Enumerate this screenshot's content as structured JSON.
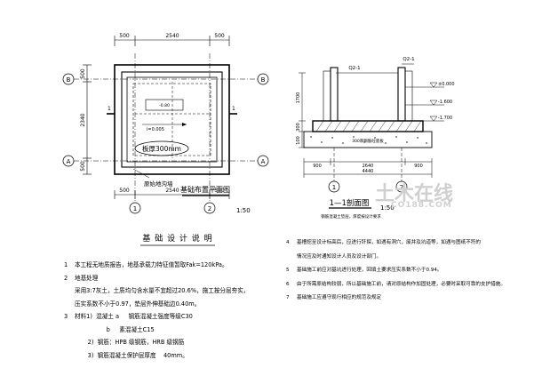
{
  "plan": {
    "top_dims": [
      "500",
      "2540",
      "500"
    ],
    "bottom_dims": [
      "500",
      "2540",
      "500"
    ],
    "left_dims": [
      "500",
      "2340",
      "500"
    ],
    "axes_h": [
      "B",
      "A"
    ],
    "axes_v": [
      "1",
      "2"
    ],
    "slab_label": "板厚300mm",
    "slope_note": "i=0.005",
    "inner_note": "-0.80",
    "trench_note": "原始地沟墙",
    "title": "基础布置平面图",
    "scale": "1:50",
    "section_mark": "1"
  },
  "section": {
    "top_labels": [
      "Q2-1",
      "Q2-1"
    ],
    "left_dims": [
      "1700",
      "300",
      "100"
    ],
    "level_labels": [
      "-1.600",
      "-1.700",
      "±0.000"
    ],
    "bottom_dims_row1": [
      "900",
      "2640",
      "900"
    ],
    "bottom_total": "4440",
    "axes": [
      "1",
      "2"
    ],
    "title": "1—1剖面图",
    "scale": "1:50",
    "slab_note": "300厚钢筋砼底板",
    "sub_note": "钢筋混凝土垫层，厚度按设计要求"
  },
  "notes": {
    "heading": "基 础 设 计 说 明",
    "left": [
      {
        "n": "1",
        "text": "本工程无地质报告，地基承载力特征值暂取Fak=120kPa。"
      },
      {
        "n": "2",
        "text": "地基处理"
      },
      {
        "n": "",
        "text": "采用3:7灰土，土质均匀含水量不宜超过20.6%，施工按分层夯实，"
      },
      {
        "n": "",
        "text": "压实系数不小于0.97，垫层外伸基础边0.40m。"
      },
      {
        "n": "3",
        "text": "材料1)  混凝土 a     钢筋混凝土强度等级C30"
      },
      {
        "n": "",
        "text": "                 b     素混凝土C15"
      },
      {
        "n": "",
        "text": "       2)  钢筋：HPB 级钢筋，HRB 级钢筋"
      },
      {
        "n": "",
        "text": "       3)  钢筋混凝土保护层厚度    40mm。"
      }
    ],
    "right": [
      {
        "n": "4",
        "text": "基槽挖至设计标高后，应进行钎探，如遇有洞穴，废井及坑道等，如遇与图纸不符的"
      },
      {
        "n": "",
        "text": "情况应及时通知设计人员及设计部门。"
      },
      {
        "n": "5",
        "text": "基础施工前应对基坑进行处理，回填土要求压实系数不小于0.94。"
      },
      {
        "n": "6",
        "text": "由于所需原结构较弱，所以基础施工前，请对原结构作加固处理，必要时采取可靠的支护措施。"
      },
      {
        "n": "7",
        "text": "基础施工应遵守现行相应的规范及规定"
      }
    ]
  },
  "watermark": {
    "main": "土木在线",
    "sub": "CO188.COM"
  }
}
